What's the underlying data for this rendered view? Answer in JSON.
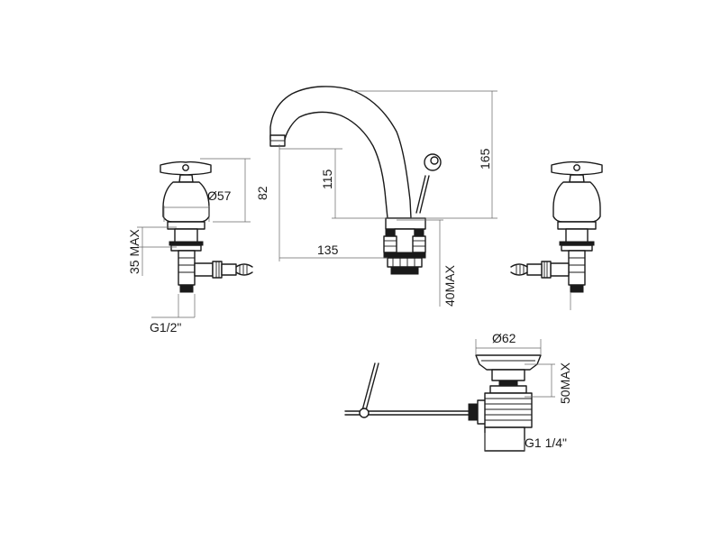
{
  "dimensions": {
    "tap_diameter": "Ø57",
    "tap_height": "82",
    "tap_thread_max": "35 MAX",
    "tap_connection": "G1/2\"",
    "spout_height_inner": "115",
    "spout_reach": "135",
    "spout_total_height": "165",
    "spout_mount_max": "40MAX",
    "waste_diameter": "Ø62",
    "waste_max": "50MAX",
    "waste_thread": "G1 1/4\""
  },
  "colors": {
    "line": "#1a1a1a",
    "dimension_line": "#666666",
    "background": "#ffffff"
  }
}
